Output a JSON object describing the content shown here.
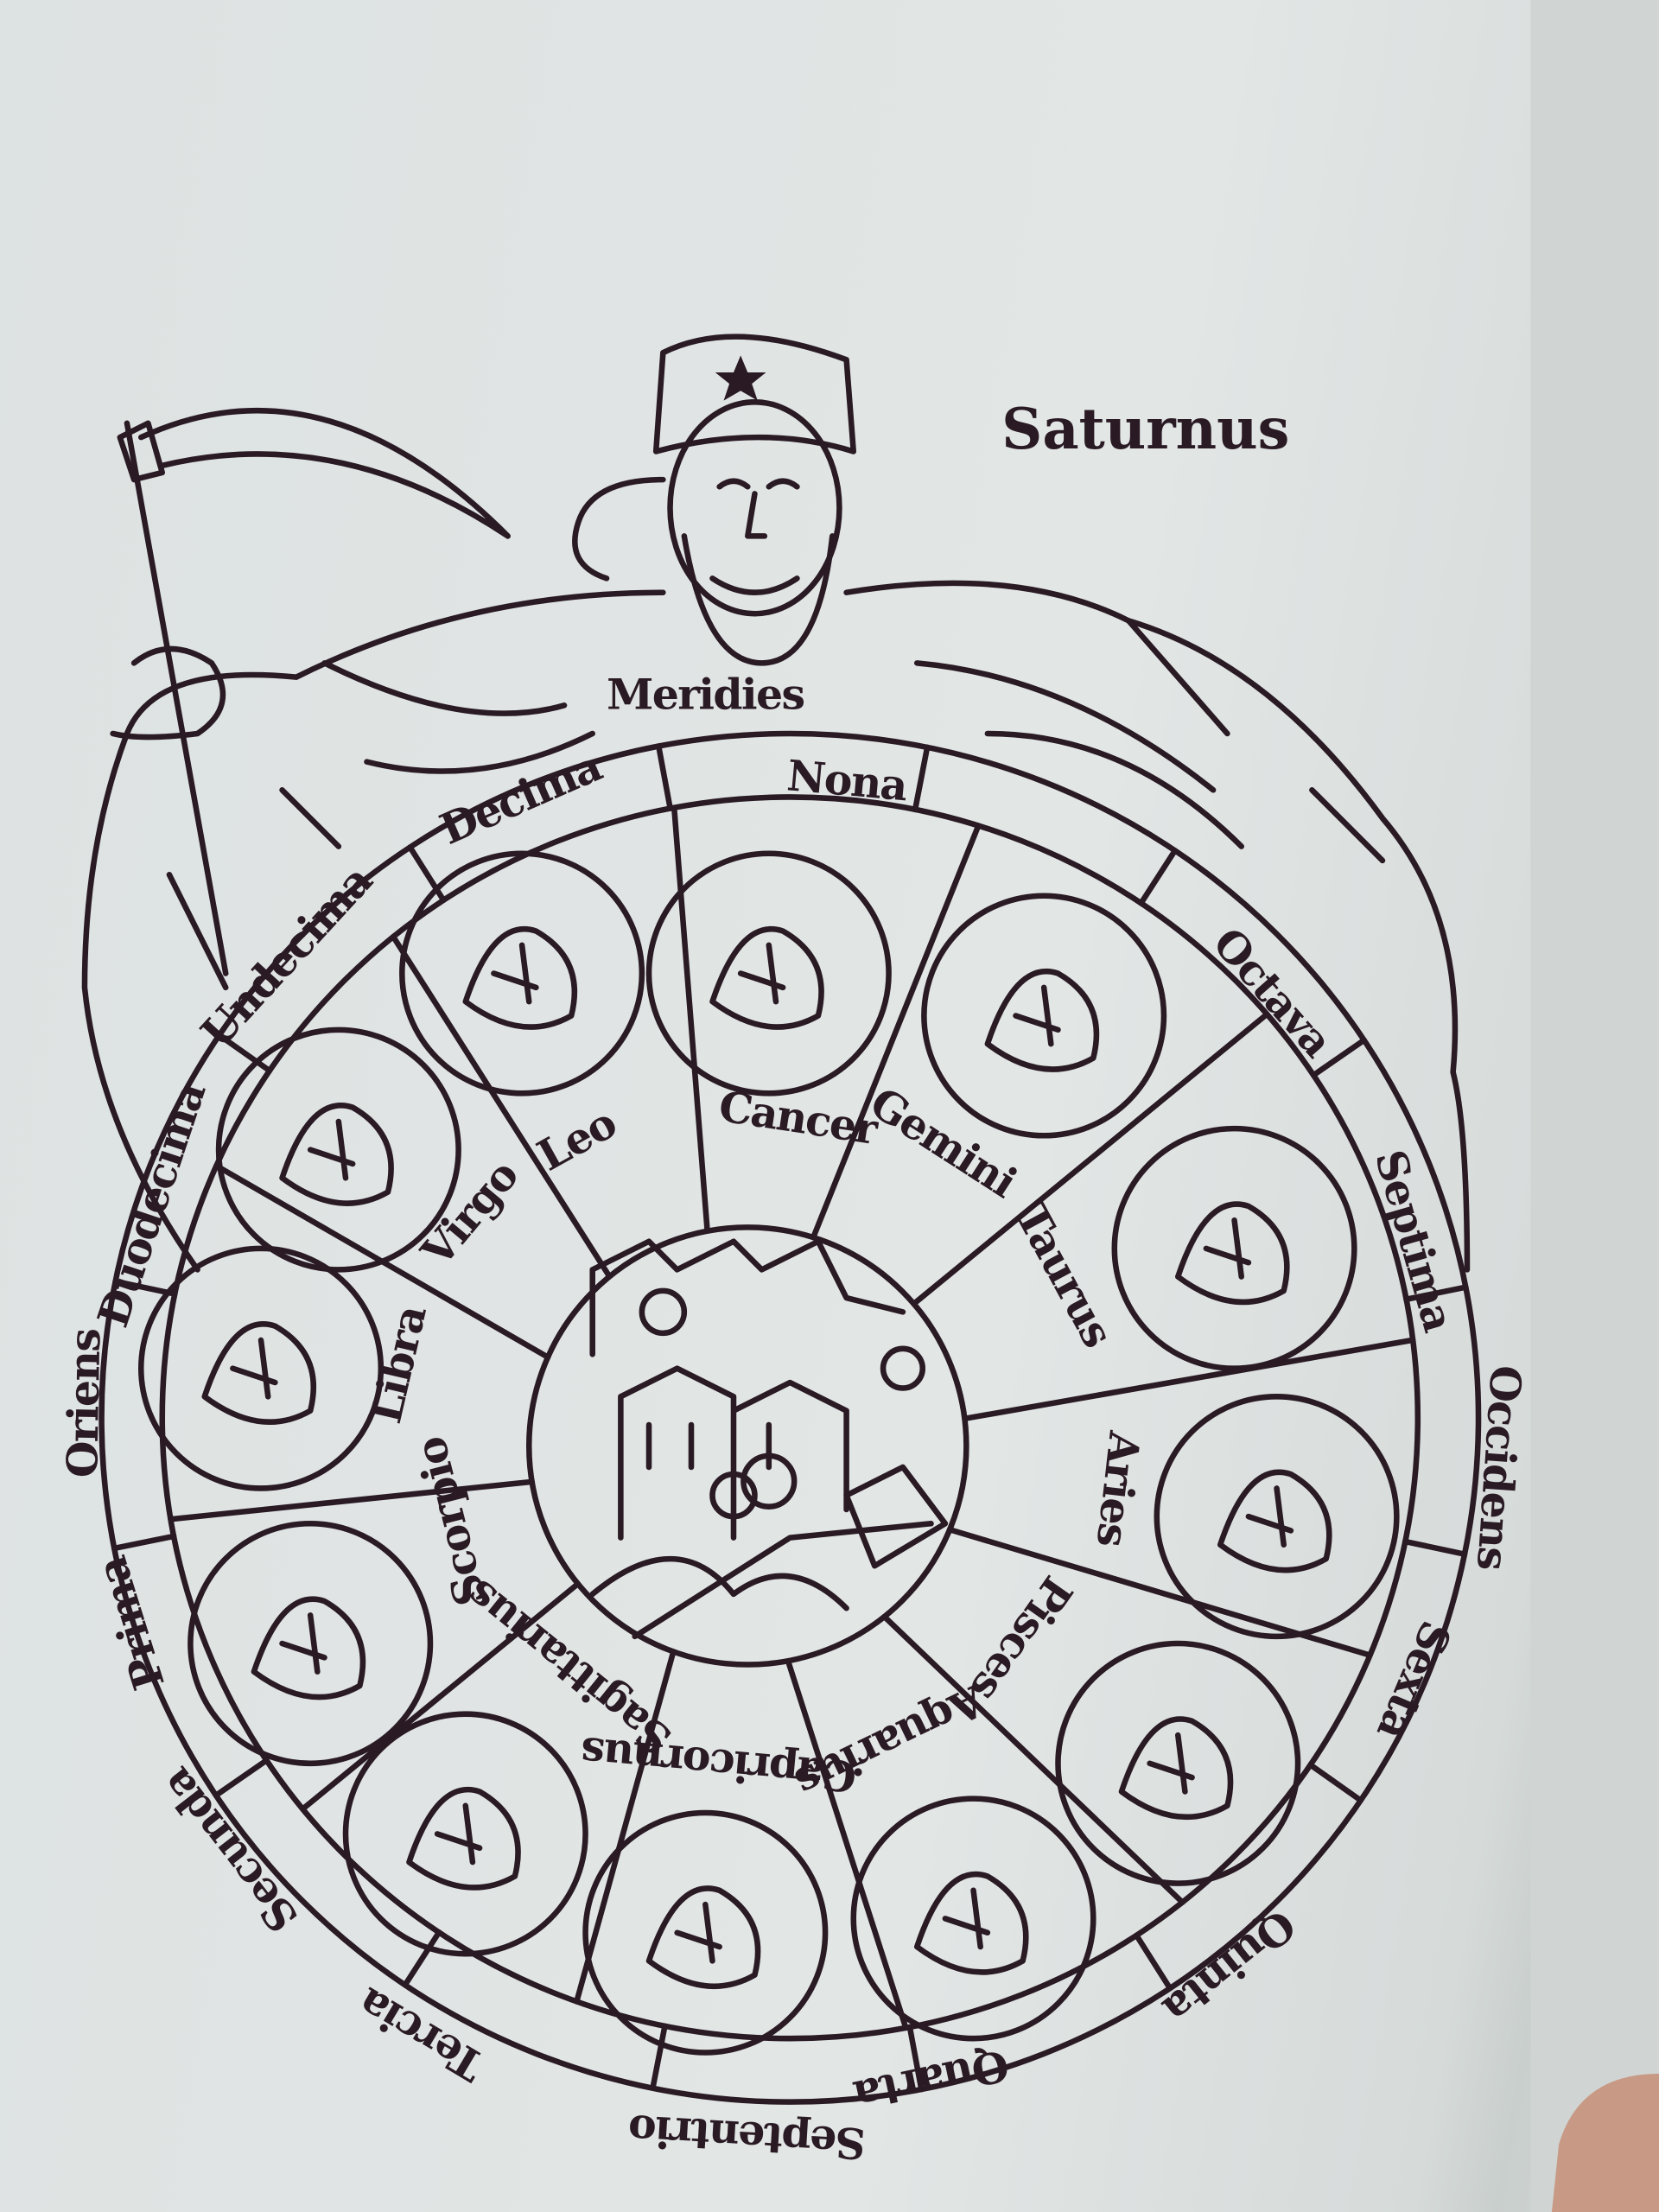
{
  "title": "Saturnus",
  "hour_ring_labels": [
    "Meridies",
    "Nona",
    "Decima",
    "Undecima",
    "Duodecima",
    "Oriens",
    "Prima",
    "Secunda",
    "Tercia",
    "Septentrio",
    "Quarta",
    "Quinta",
    "Sexta",
    "Occidens",
    "Septima",
    "Octava"
  ],
  "sign_labels": [
    "Cancer",
    "Leo",
    "Virgo",
    "Libra",
    "Scorpio",
    "Sagittarius",
    "Capricornus",
    "Aquarius",
    "Pisces",
    "Aries",
    "Taurus",
    "Gemini"
  ],
  "colors": {
    "ink": "#2a1a24",
    "paper": "#e0e4e3"
  }
}
